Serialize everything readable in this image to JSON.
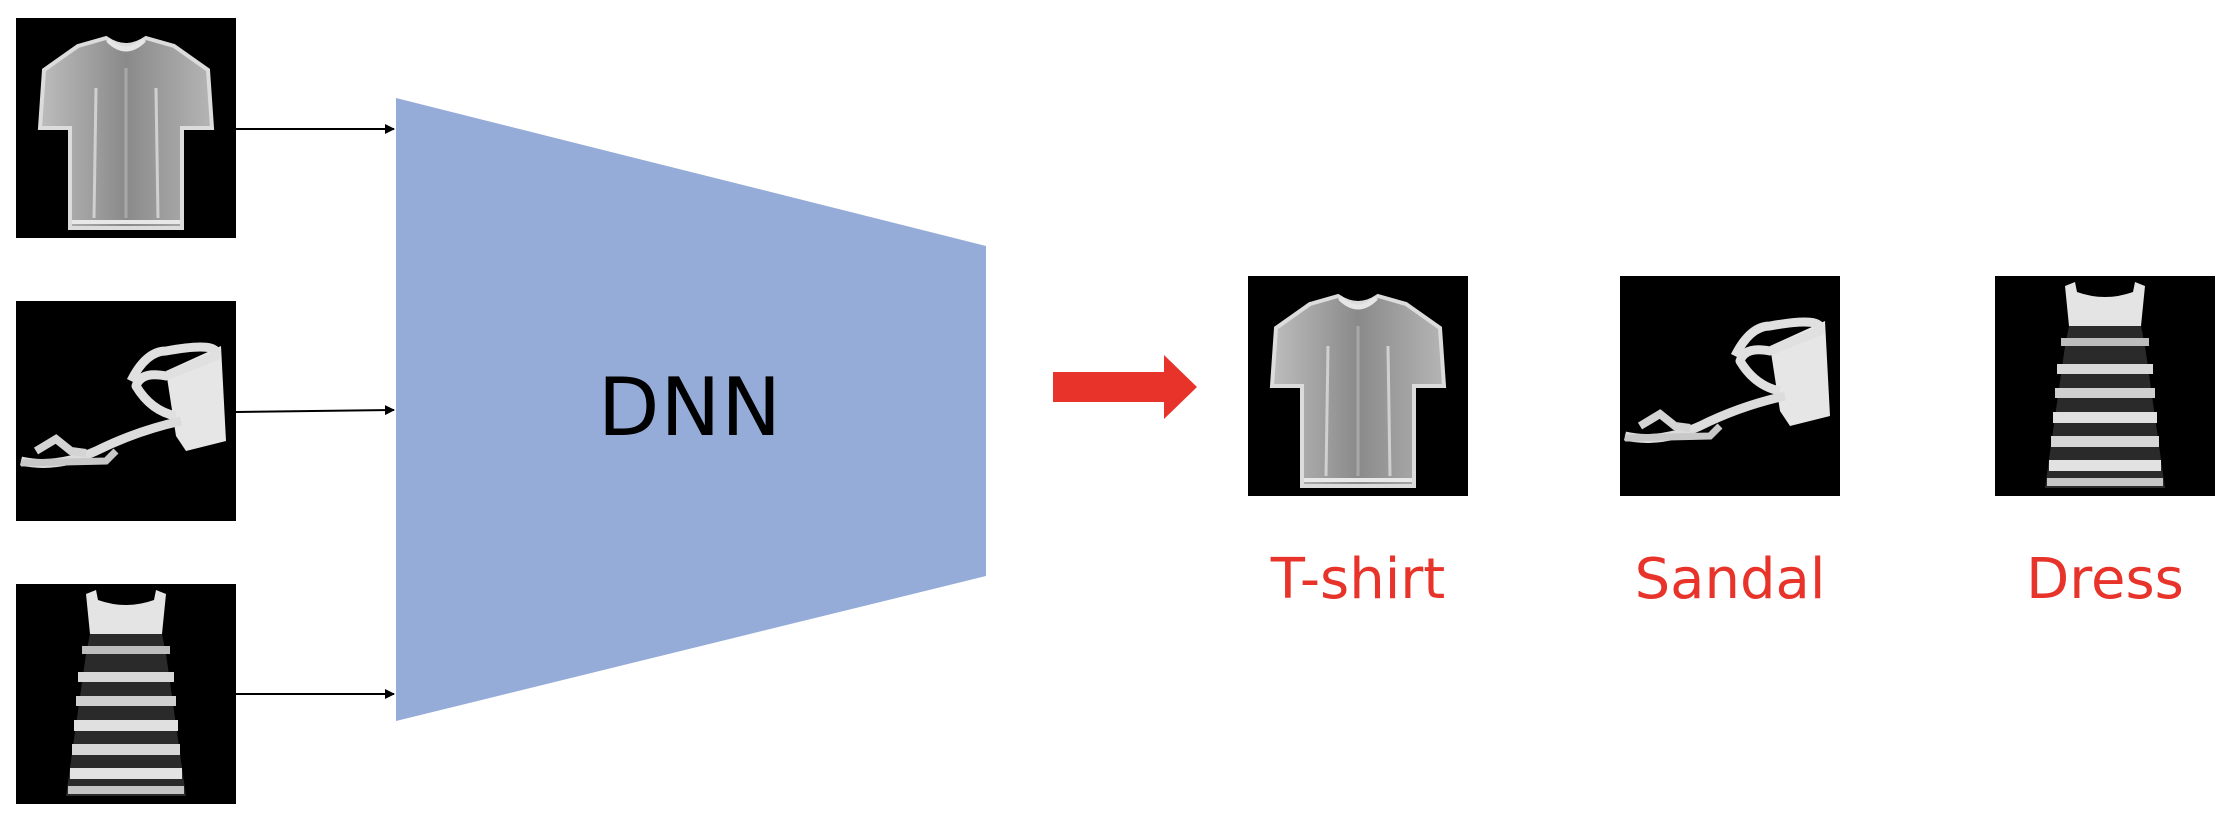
{
  "diagram": {
    "network_label": "DNN",
    "colors": {
      "network_fill": "#95acd9",
      "output_label": "#e8332a",
      "arrow": "#e8332a",
      "image_background": "#000000"
    },
    "inputs": [
      {
        "icon": "tshirt-image-icon"
      },
      {
        "icon": "sandal-image-icon"
      },
      {
        "icon": "dress-image-icon"
      }
    ],
    "outputs": [
      {
        "icon": "tshirt-image-icon",
        "label": "T-shirt"
      },
      {
        "icon": "sandal-image-icon",
        "label": "Sandal"
      },
      {
        "icon": "dress-image-icon",
        "label": "Dress"
      }
    ]
  }
}
